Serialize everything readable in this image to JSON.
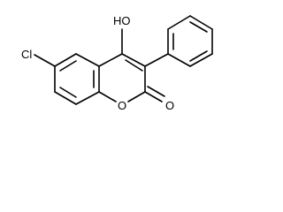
{
  "molecule": {
    "atoms": {
      "cl": "Cl",
      "hydroxyl": "HO",
      "ring_oxygen": "O",
      "carbonyl_oxygen": "O"
    }
  }
}
